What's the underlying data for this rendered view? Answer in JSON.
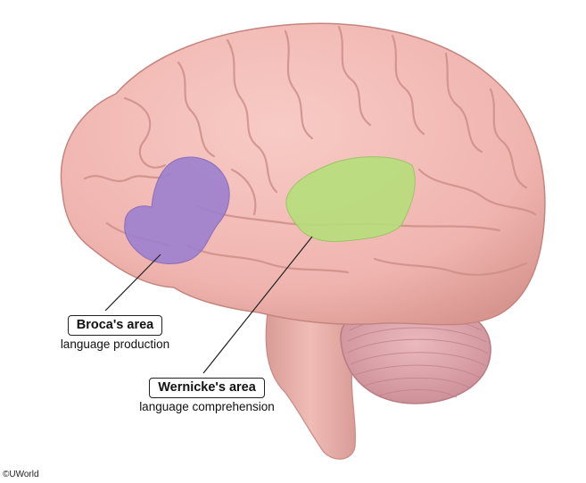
{
  "labels": {
    "broca": {
      "title": "Broca's area",
      "subtitle": "language production"
    },
    "wernicke": {
      "title": "Wernicke's area",
      "subtitle": "language comprehension"
    }
  },
  "copyright": "©UWorld",
  "colors": {
    "brain": "#f2b8b3",
    "brain_shadow": "#d99a96",
    "broca_region": "#9b7fd0",
    "wernicke_region": "#b5e07a",
    "brainstem": "#e7aea8",
    "cerebellum": "#dba3aa"
  }
}
